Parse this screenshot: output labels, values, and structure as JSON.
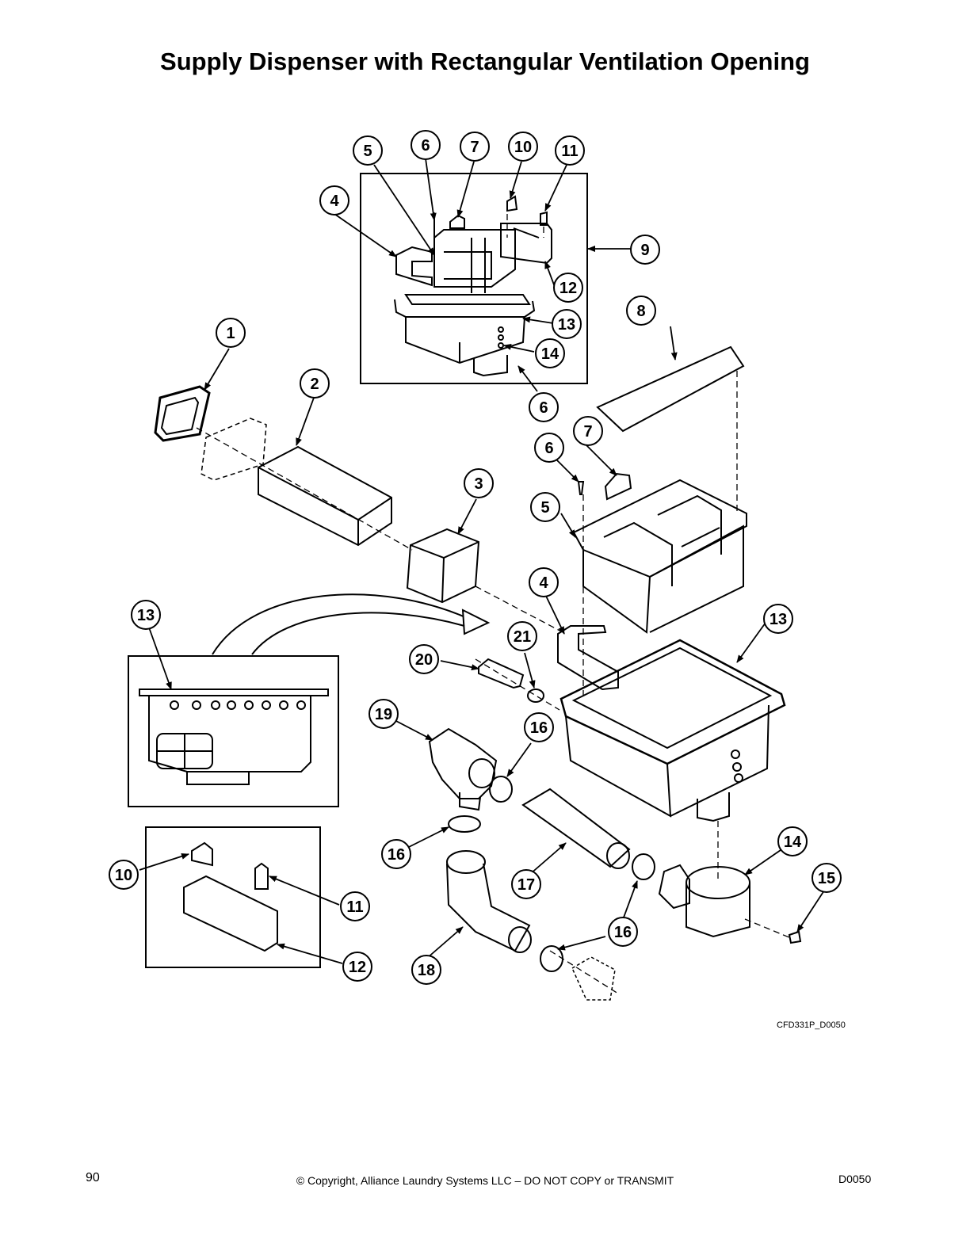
{
  "page": {
    "title": "Supply Dispenser with Rectangular Ventilation Opening",
    "drawing_code": "CFD331P_D0050",
    "page_number": "90",
    "copyright": "© Copyright, Alliance Laundry Systems LLC – DO NOT COPY or TRANSMIT",
    "doc_code": "D0050"
  },
  "callouts": [
    "1",
    "2",
    "3",
    "4",
    "5",
    "6",
    "7",
    "8",
    "9",
    "10",
    "11",
    "12",
    "13",
    "14",
    "15",
    "16",
    "17",
    "18",
    "19",
    "20",
    "21"
  ]
}
